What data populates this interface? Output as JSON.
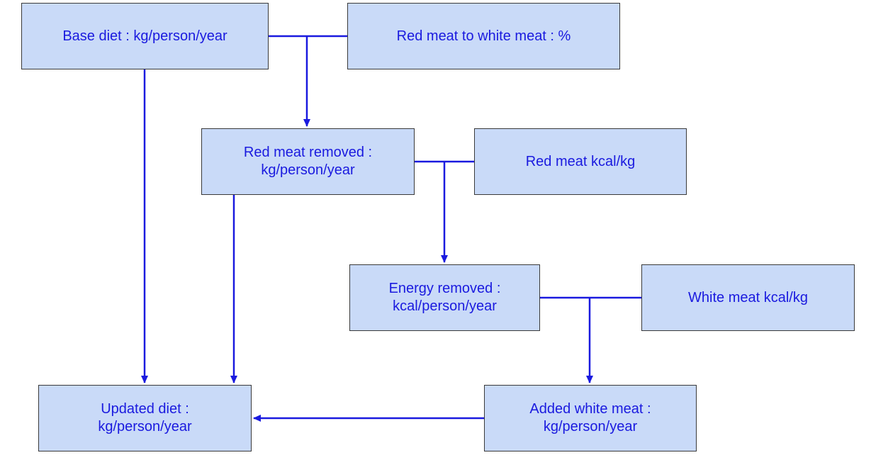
{
  "diagram": {
    "colors": {
      "box_fill": "#c9daf8",
      "box_border": "#3a3a3a",
      "text": "#1a1adf",
      "connector": "#1a1adf"
    },
    "nodes": {
      "base_diet": "Base diet : kg/person/year",
      "red_to_white_ratio": "Red meat to white meat : %",
      "red_meat_removed": "Red meat removed :\nkg/person/year",
      "red_meat_kcal": "Red meat kcal/kg",
      "energy_removed": "Energy removed :\nkcal/person/year",
      "white_meat_kcal": "White meat kcal/kg",
      "updated_diet": "Updated diet :\nkg/person/year",
      "added_white_meat": "Added white meat :\nkg/person/year"
    },
    "edges": [
      {
        "from": [
          "base_diet",
          "red_to_white_ratio"
        ],
        "to": "red_meat_removed"
      },
      {
        "from": [
          "red_meat_removed",
          "red_meat_kcal"
        ],
        "to": "energy_removed"
      },
      {
        "from": [
          "energy_removed",
          "white_meat_kcal"
        ],
        "to": "added_white_meat"
      },
      {
        "from": [
          "base_diet"
        ],
        "to": "updated_diet"
      },
      {
        "from": [
          "red_meat_removed"
        ],
        "to": "updated_diet"
      },
      {
        "from": [
          "added_white_meat"
        ],
        "to": "updated_diet"
      }
    ]
  }
}
